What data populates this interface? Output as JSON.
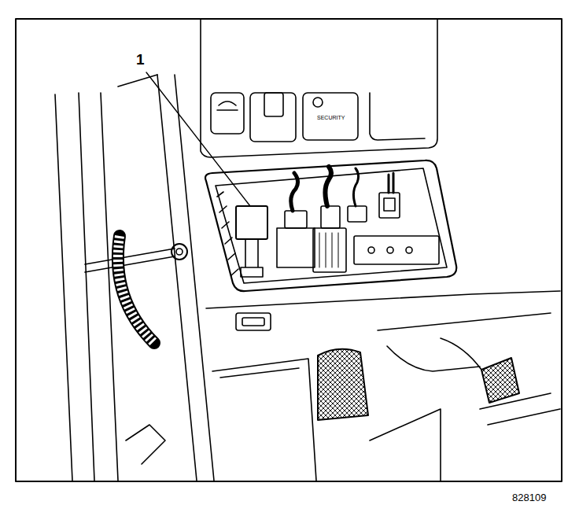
{
  "diagram": {
    "labels": [
      "1",
      "SECURITY",
      "828109"
    ]
  }
}
